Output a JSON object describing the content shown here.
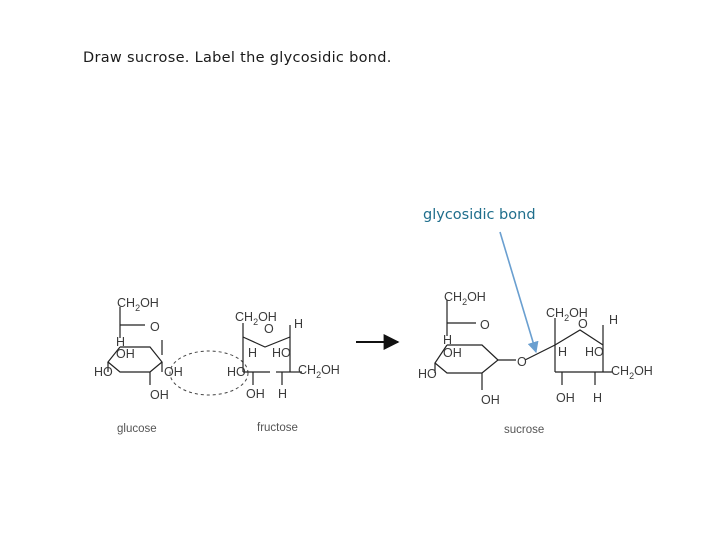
{
  "question": "Draw sucrose. Label the glycosidic bond.",
  "bond_label": "glycosidic bond",
  "colors": {
    "label": "#1f6e8c",
    "pointer_arrow": "#6a9fd0",
    "bonds": "#222222"
  },
  "glucose": {
    "ch2oh": "CH",
    "ch2oh_sub": "2",
    "ch2oh_tail": "OH",
    "ring_o": "O",
    "h": "H",
    "oh_left": "OH",
    "ho": "HO",
    "oh_right": "OH",
    "oh_bottom": "OH",
    "caption": "glucose"
  },
  "fructose": {
    "ch2oh_top": "CH",
    "ch2oh_top_sub": "2",
    "ch2oh_top_tail": "OH",
    "ring_o": "O",
    "h_top": "H",
    "h_left": "H",
    "ho_right": "HO",
    "ho_left": "HO",
    "ch2oh_right": "CH",
    "ch2oh_right_sub": "2",
    "ch2oh_right_tail": "OH",
    "oh_bottom": "OH",
    "h_bottom": "H",
    "caption": "fructose"
  },
  "sucrose": {
    "ch2oh_g": "CH",
    "ch2oh_g_sub": "2",
    "ch2oh_g_tail": "OH",
    "ring_o_g": "O",
    "h_g": "H",
    "oh_g": "OH",
    "ho_g": "HO",
    "oh_g_bottom": "OH",
    "bridge_o": "O",
    "ch2oh_f": "CH",
    "ch2oh_f_sub": "2",
    "ch2oh_f_tail": "OH",
    "ring_o_f": "O",
    "h_f_top": "H",
    "h_f_left": "H",
    "ho_f": "HO",
    "ch2oh_f_right": "CH",
    "ch2oh_f_right_sub": "2",
    "ch2oh_f_right_tail": "OH",
    "oh_f_bottom": "OH",
    "h_f_bottom": "H",
    "caption": "sucrose"
  }
}
